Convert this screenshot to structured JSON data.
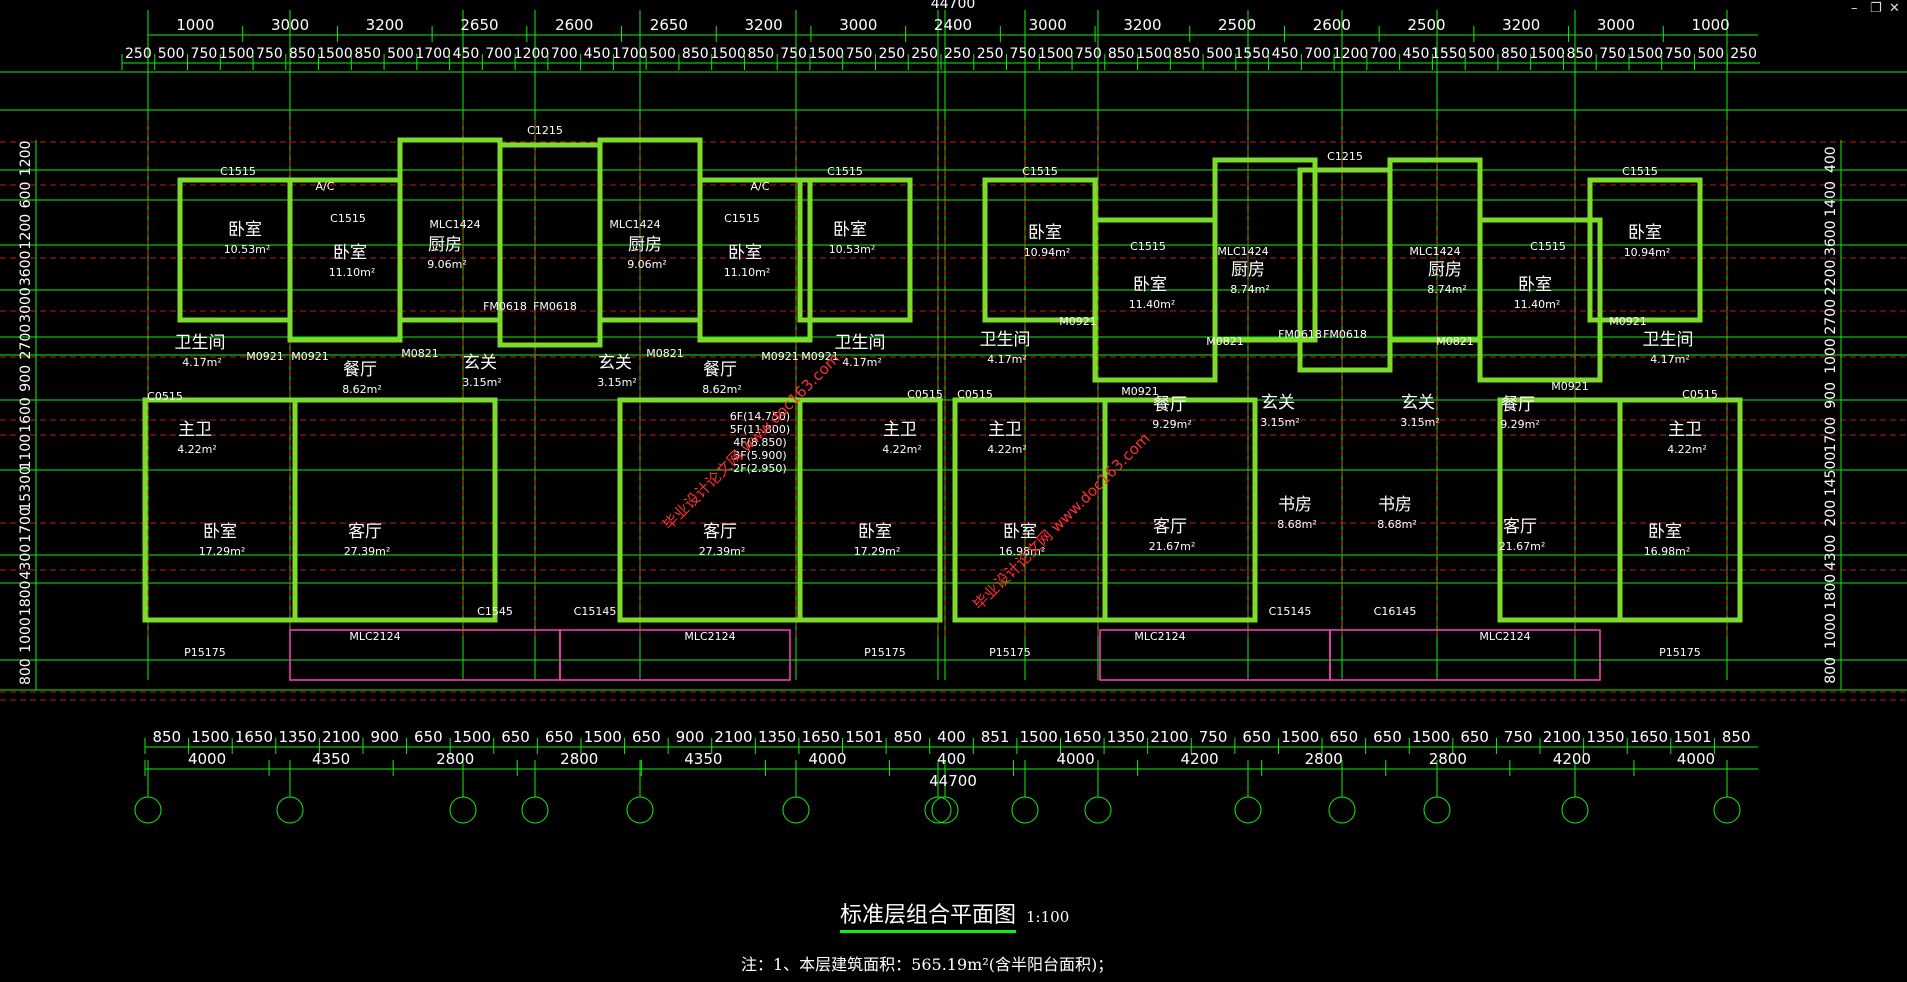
{
  "window": {
    "minimize_label": "–",
    "restore_label": "❐",
    "close_label": "✕"
  },
  "colors": {
    "bg": "#000000",
    "grid": "#11ee11",
    "axis": "#ff2020",
    "wall": "#c8c8c8",
    "wall_hatch": "#7ddc2b",
    "text": "#ffffff",
    "dim": "#ffffff",
    "pink": "#ff40c0",
    "cyan": "#30e0ff",
    "watermark": "#ff3030"
  },
  "drawing": {
    "title": "标准层组合平面图",
    "scale": "1:100",
    "note": "注：1、本层建筑面积：565.19m²(含半阳台面积)；",
    "total_top": "44700",
    "total_bottom": "44700",
    "top_dims_row1": [
      "1000",
      "3000",
      "3200",
      "2650",
      "2600",
      "2650",
      "3200",
      "3000",
      "2400",
      "3000",
      "3200",
      "2500",
      "2600",
      "2500",
      "3200",
      "3000",
      "1000"
    ],
    "top_dims_row2": [
      "250",
      "500",
      "750",
      "1500",
      "750",
      "850",
      "1500",
      "850",
      "500",
      "1700",
      "450",
      "700",
      "1200",
      "700",
      "450",
      "1700",
      "500",
      "850",
      "1500",
      "850",
      "750",
      "1500",
      "750",
      "250",
      "250",
      "250",
      "250",
      "750",
      "1500",
      "750",
      "850",
      "1500",
      "850",
      "500",
      "1550",
      "450",
      "700",
      "1200",
      "700",
      "450",
      "1550",
      "500",
      "850",
      "1500",
      "850",
      "750",
      "1500",
      "750",
      "500",
      "250"
    ],
    "bottom_dims_row1": [
      "850",
      "1500",
      "1650",
      "1350",
      "2100",
      "900",
      "650",
      "1500",
      "650",
      "650",
      "1500",
      "650",
      "900",
      "2100",
      "1350",
      "1650",
      "1501",
      "850",
      "400",
      "851",
      "1500",
      "1650",
      "1350",
      "2100",
      "750",
      "650",
      "1500",
      "650",
      "650",
      "1500",
      "650",
      "750",
      "2100",
      "1350",
      "1650",
      "1501",
      "850"
    ],
    "bottom_dims_row2": [
      "4000",
      "4350",
      "2800",
      "2800",
      "4350",
      "4000",
      "400",
      "4000",
      "4200",
      "2800",
      "2800",
      "4200",
      "4000"
    ],
    "left_dims": [
      "1200",
      "600",
      "1200",
      "3600",
      "3000",
      "2700",
      "900",
      "1600",
      "1100",
      "15300",
      "1700",
      "4300",
      "1800",
      "1000",
      "800"
    ],
    "right_dims": [
      "400",
      "1400",
      "3600",
      "2200",
      "2700",
      "1000",
      "900",
      "1700",
      "14500",
      "200",
      "4300",
      "1800",
      "1000",
      "800"
    ],
    "rooms": [
      {
        "name": "卧室",
        "area": "10.53m²"
      },
      {
        "name": "卧室",
        "area": "11.10m²"
      },
      {
        "name": "厨房",
        "area": "9.06m²"
      },
      {
        "name": "厨房",
        "area": "9.06m²"
      },
      {
        "name": "卧室",
        "area": "11.10m²"
      },
      {
        "name": "卧室",
        "area": "10.53m²"
      },
      {
        "name": "卧室",
        "area": "10.94m²"
      },
      {
        "name": "卧室",
        "area": "11.40m²"
      },
      {
        "name": "厨房",
        "area": "8.74m²"
      },
      {
        "name": "厨房",
        "area": "8.74m²"
      },
      {
        "name": "卧室",
        "area": "11.40m²"
      },
      {
        "name": "卧室",
        "area": "10.94m²"
      },
      {
        "name": "卫生间",
        "area": "4.17m²"
      },
      {
        "name": "餐厅",
        "area": "8.62m²"
      },
      {
        "name": "玄关",
        "area": "3.15m²"
      },
      {
        "name": "玄关",
        "area": "3.15m²"
      },
      {
        "name": "餐厅",
        "area": "8.62m²"
      },
      {
        "name": "卫生间",
        "area": "4.17m²"
      },
      {
        "name": "卫生间",
        "area": "4.17m²"
      },
      {
        "name": "餐厅",
        "area": "9.29m²"
      },
      {
        "name": "玄关",
        "area": "3.15m²"
      },
      {
        "name": "玄关",
        "area": "3.15m²"
      },
      {
        "name": "餐厅",
        "area": "9.29m²"
      },
      {
        "name": "卫生间",
        "area": "4.17m²"
      },
      {
        "name": "主卫",
        "area": "4.22m²"
      },
      {
        "name": "主卫",
        "area": "4.22m²"
      },
      {
        "name": "主卫",
        "area": "4.22m²"
      },
      {
        "name": "主卫",
        "area": "4.22m²"
      },
      {
        "name": "卧室",
        "area": "17.29m²"
      },
      {
        "name": "客厅",
        "area": "27.39m²"
      },
      {
        "name": "客厅",
        "area": "27.39m²"
      },
      {
        "name": "卧室",
        "area": "17.29m²"
      },
      {
        "name": "卧室",
        "area": "16.98m²"
      },
      {
        "name": "客厅",
        "area": "21.67m²"
      },
      {
        "name": "书房",
        "area": "8.68m²"
      },
      {
        "name": "书房",
        "area": "8.68m²"
      },
      {
        "name": "客厅",
        "area": "21.67m²"
      },
      {
        "name": "卧室",
        "area": "16.98m²"
      }
    ],
    "tags": [
      "C1215",
      "C1215",
      "C1515",
      "C1515",
      "C1515",
      "C1515",
      "C1515",
      "C1515",
      "C1515",
      "C1515",
      "MLC1424",
      "MLC1424",
      "MLC1424",
      "MLC1424",
      "A/C",
      "A/C",
      "FM0618",
      "FM0618",
      "FM0618",
      "FM0618",
      "M0921",
      "M0921",
      "M0921",
      "M0921",
      "M0921",
      "M0921",
      "M0921",
      "M0921",
      "M0821",
      "M0821",
      "M0821",
      "M0821",
      "C0515",
      "C0515",
      "C0515",
      "C0515",
      "C1545",
      "C15145",
      "C15145",
      "C16145",
      "MLC2124",
      "MLC2124",
      "MLC2124",
      "MLC2124",
      "P15175",
      "P15175",
      "P15175",
      "P15175",
      "6F(14.750)",
      "5F(11.800)",
      "4F(8.850)",
      "3F(5.900)",
      "2F(2.950)"
    ],
    "watermarks": [
      "毕业设计论文网 www.doc163.com",
      "毕业设计论文网 www.doc163.com"
    ]
  }
}
